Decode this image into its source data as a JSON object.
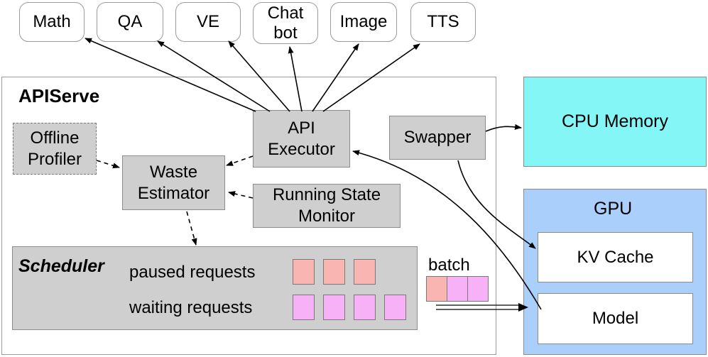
{
  "apps": [
    "Math",
    "QA",
    "VE",
    "Chat\nbot",
    "Image",
    "TTS"
  ],
  "apiserve": {
    "title": "APIServe",
    "api_executor": "API\nExecutor",
    "offline_profiler": "Offline\nProfiler",
    "waste_estimator": "Waste\nEstimator",
    "running_state_monitor": "Running State\nMonitor",
    "swapper": "Swapper"
  },
  "scheduler": {
    "title": "Scheduler",
    "paused_label": "paused requests",
    "waiting_label": "waiting requests",
    "paused_count": 3,
    "waiting_count": 4
  },
  "batch": {
    "label": "batch",
    "cells": [
      "paused",
      "waiting",
      "waiting"
    ]
  },
  "cpu_memory": "CPU Memory",
  "gpu": {
    "title": "GPU",
    "kv_cache": "KV Cache",
    "model": "Model"
  },
  "colors": {
    "paused": "#f8b5b1",
    "waiting": "#f7b2f7",
    "cpu_memory": "#84f6f6",
    "gpu": "#a9cffa",
    "component": "#cfcfcf"
  }
}
